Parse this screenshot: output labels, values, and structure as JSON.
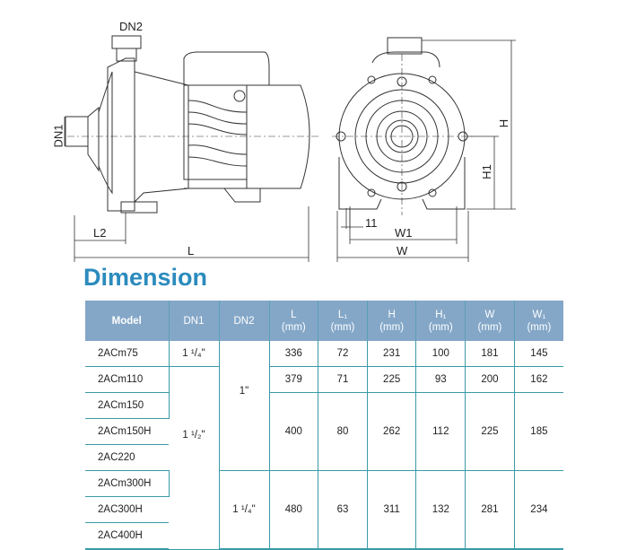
{
  "drawing": {
    "labels": {
      "dn2": "DN2",
      "dn1": "DN1",
      "l2": "L2",
      "l": "L",
      "w1": "W1",
      "w": "W",
      "h": "H",
      "h1": "H1",
      "eleven": "11"
    }
  },
  "title": "Dimension",
  "table": {
    "headers": [
      {
        "top": "Model",
        "unit": ""
      },
      {
        "top": "DN1",
        "unit": ""
      },
      {
        "top": "DN2",
        "unit": ""
      },
      {
        "top": "L",
        "unit": "(mm)"
      },
      {
        "top": "L₁",
        "unit": "(mm)"
      },
      {
        "top": "H",
        "unit": "(mm)"
      },
      {
        "top": "H₁",
        "unit": "(mm)"
      },
      {
        "top": "W",
        "unit": "(mm)"
      },
      {
        "top": "W₁",
        "unit": "(mm)"
      }
    ],
    "models": [
      "2ACm75",
      "2ACm110",
      "2ACm150",
      "2ACm150H",
      "2AC220",
      "2ACm300H",
      "2AC300H",
      "2AC400H"
    ],
    "dn1": [
      "1 ¹/₄\"",
      "1 ¹/₂\""
    ],
    "dn2": [
      "1\"",
      "1 ¹/₄\""
    ],
    "groups": [
      {
        "L": "336",
        "L1": "72",
        "H": "231",
        "H1": "100",
        "W": "181",
        "W1": "145"
      },
      {
        "L": "379",
        "L1": "71",
        "H": "225",
        "H1": "93",
        "W": "200",
        "W1": "162"
      },
      {
        "L": "400",
        "L1": "80",
        "H": "262",
        "H1": "112",
        "W": "225",
        "W1": "185"
      },
      {
        "L": "480",
        "L1": "63",
        "H": "311",
        "H1": "132",
        "W": "281",
        "W1": "234"
      }
    ]
  }
}
